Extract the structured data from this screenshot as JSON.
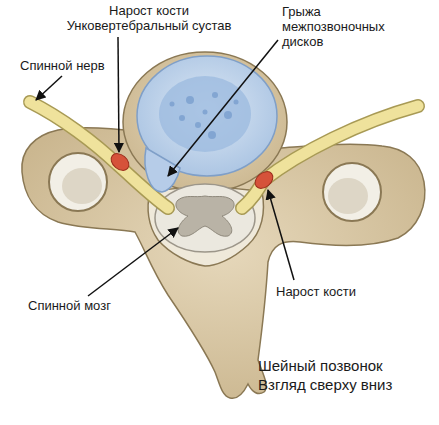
{
  "diagram": {
    "caption": "Шейный позвонок Взгляд сверху вниз",
    "labels": [
      "Нарост кости Унковертебральный сустав",
      "Грыжа межпозвоночных дисков",
      "Спинной нерв",
      "Спинной мозг",
      "Нарост кости"
    ]
  }
}
